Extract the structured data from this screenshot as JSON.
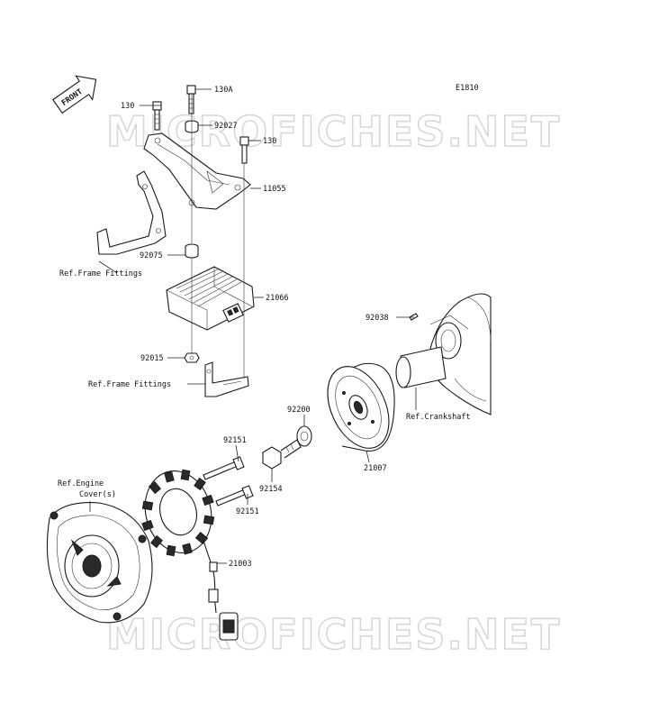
{
  "diagram_code": "E1810",
  "watermark": "MICROFICHES.NET",
  "front_arrow": {
    "label": "FRONT",
    "icon": "front-arrow-icon"
  },
  "parts": {
    "p130a": "130A",
    "p130_left": "130",
    "p92027": "92027",
    "p130_right": "130",
    "p11055": "11055",
    "p92075": "92075",
    "p21066": "21066",
    "p92015": "92015",
    "p92038": "92038",
    "p92200": "92200",
    "p21007": "21007",
    "p92151_top": "92151",
    "p92154": "92154",
    "p92151_bottom": "92151",
    "p21003": "21003"
  },
  "references": {
    "frame_fittings_1": "Ref.Frame Fittings",
    "frame_fittings_2": "Ref.Frame Fittings",
    "crankshaft": "Ref.Crankshaft",
    "engine_cover_line1": "Ref.Engine",
    "engine_cover_line2": "Cover(s)"
  }
}
